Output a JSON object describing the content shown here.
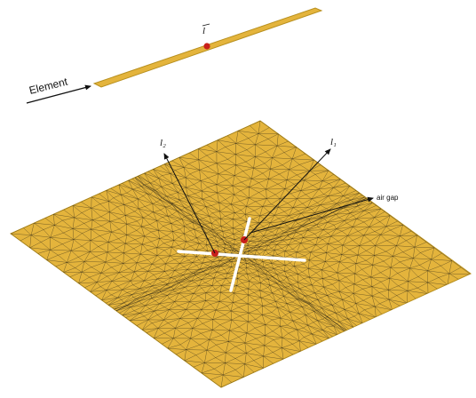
{
  "labels": {
    "element": "Element",
    "air_gap": "air gap",
    "sym_top": "l",
    "sym_left": "l₂",
    "sym_right": "l₁"
  },
  "colors": {
    "plate_fill": "#e4b43c",
    "plate_edge": "#b8901f",
    "mesh_line": "#1c1a14",
    "feed_point": "#c8201a",
    "gap_cross": "#ffffff",
    "arrow": "#111111"
  }
}
